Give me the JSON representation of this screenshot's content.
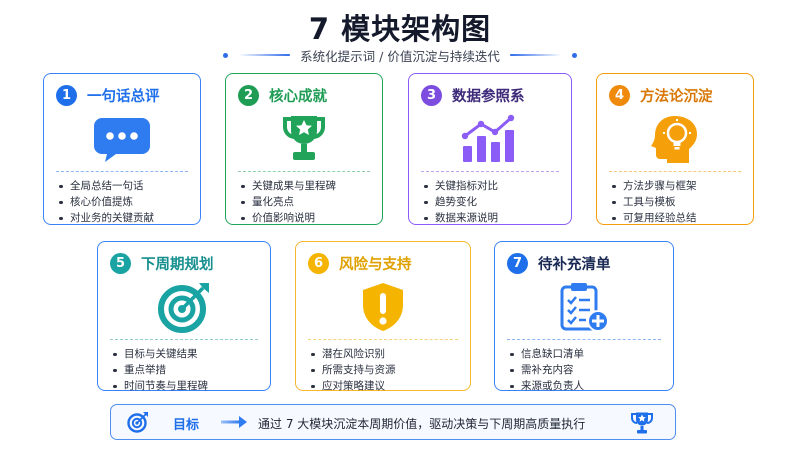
{
  "header": {
    "title": "7 模块架构图",
    "subtitle": "系统化提示词 / 价值沉淀与持续迭代"
  },
  "modules": [
    {
      "num": "1",
      "title": "一句话总评",
      "icon": "chat-bubble-icon",
      "color": "#1f6feb",
      "items": [
        "全局总结一句话",
        "核心价值提炼",
        "对业务的关键贡献"
      ]
    },
    {
      "num": "2",
      "title": "核心成就",
      "icon": "trophy-icon",
      "color": "#1f9d55",
      "items": [
        "关键成果与里程碑",
        "量化亮点",
        "价值影响说明"
      ]
    },
    {
      "num": "3",
      "title": "数据参照系",
      "icon": "bar-chart-trend-icon",
      "color": "#7c4ddf",
      "items": [
        "关键指标对比",
        "趋势变化",
        "数据来源说明"
      ]
    },
    {
      "num": "4",
      "title": "方法论沉淀",
      "icon": "head-lightbulb-icon",
      "color": "#f08a0c",
      "items": [
        "方法步骤与框架",
        "工具与模板",
        "可复用经验总结"
      ]
    },
    {
      "num": "5",
      "title": "下周期规划",
      "icon": "target-icon",
      "color": "#19a3a3",
      "items": [
        "目标与关键结果",
        "重点举措",
        "时间节奏与里程碑"
      ]
    },
    {
      "num": "6",
      "title": "风险与支持",
      "icon": "shield-warning-icon",
      "color": "#f5b400",
      "items": [
        "潜在风险识别",
        "所需支持与资源",
        "应对策略建议"
      ]
    },
    {
      "num": "7",
      "title": "待补充清单",
      "icon": "clipboard-checklist-icon",
      "color": "#1f6feb",
      "items": [
        "信息缺口清单",
        "需补充内容",
        "来源或负责人"
      ]
    }
  ],
  "goal_bar": {
    "label": "目标",
    "text": "通过 7 大模块沉淀本周期价值，驱动决策与下周期高质量执行",
    "icons": [
      "target-icon",
      "arrow-right-icon",
      "trophy-icon"
    ]
  }
}
